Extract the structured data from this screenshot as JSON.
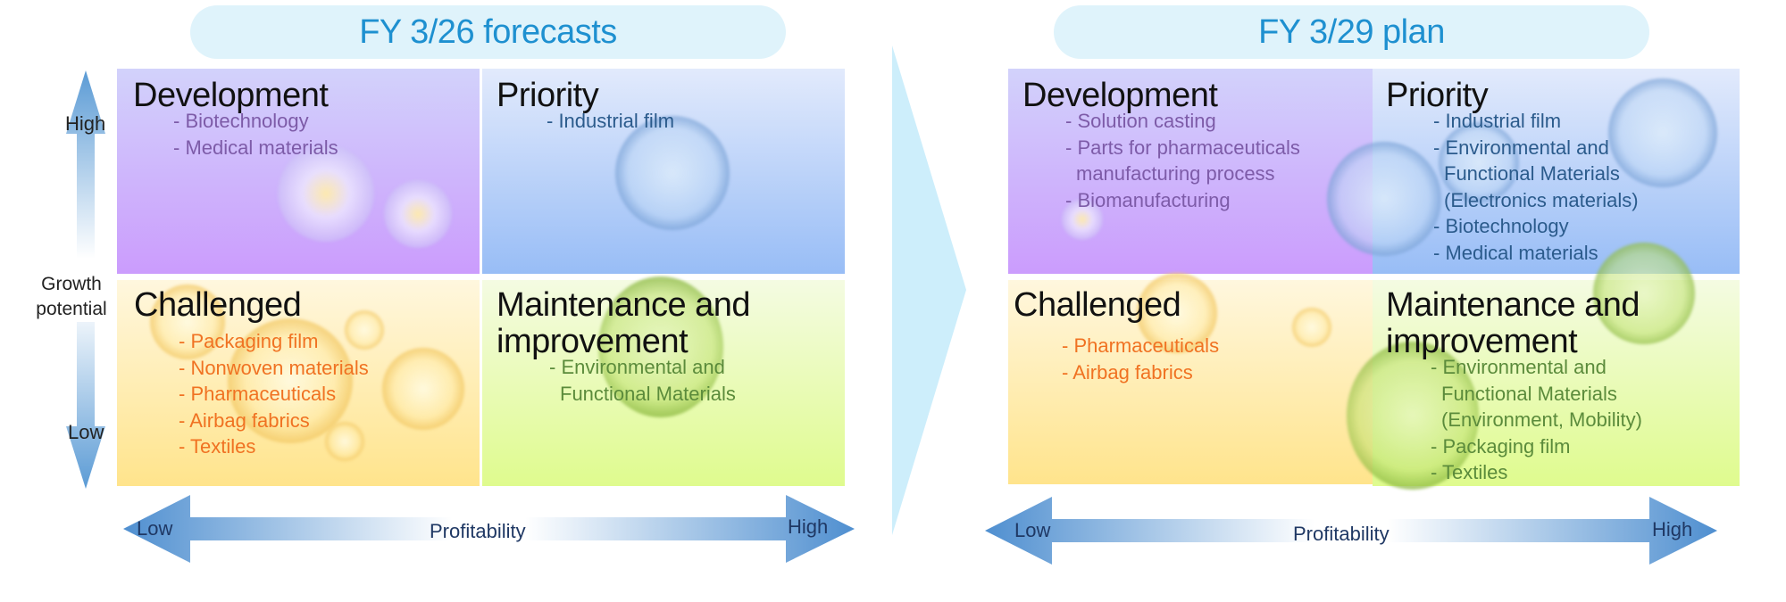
{
  "colors": {
    "title": "#1e90d0",
    "arrow": "#5b9bd5",
    "development_text": "#7d5ba8",
    "priority_text": "#2b5b8c",
    "challenged_text": "#f07222",
    "maintenance_text": "#5b8b3b"
  },
  "axes": {
    "y_label": [
      "Growth",
      "potential"
    ],
    "y_high": "High",
    "y_low": "Low",
    "x_label": "Profitability",
    "x_low": "Low",
    "x_high": "High"
  },
  "panels": [
    {
      "title": "FY 3/26 forecasts",
      "quadrants": {
        "development": {
          "heading": [
            "Development"
          ],
          "items": [
            [
              "- Biotechnology"
            ],
            [
              "- Medical materials"
            ]
          ]
        },
        "priority": {
          "heading": [
            "Priority"
          ],
          "items": [
            [
              "- Industrial film"
            ]
          ]
        },
        "challenged": {
          "heading": [
            "Challenged"
          ],
          "items": [
            [
              "- Packaging film"
            ],
            [
              "- Nonwoven materials"
            ],
            [
              "- Pharmaceuticals"
            ],
            [
              "- Airbag fabrics"
            ],
            [
              "- Textiles"
            ]
          ]
        },
        "maintenance": {
          "heading": [
            "Maintenance and",
            "improvement"
          ],
          "items": [
            [
              "- Environmental and",
              "Functional Materials"
            ]
          ]
        }
      },
      "x_axis": {
        "label": "Profitability",
        "low": "Low",
        "high": "High"
      }
    },
    {
      "title": "FY 3/29 plan",
      "quadrants": {
        "development": {
          "heading": [
            "Development"
          ],
          "items": [
            [
              "- Solution casting"
            ],
            [
              "- Parts for pharmaceuticals",
              "manufacturing process"
            ],
            [
              "- Biomanufacturing"
            ]
          ]
        },
        "priority": {
          "heading": [
            "Priority"
          ],
          "items": [
            [
              "- Industrial film"
            ],
            [
              "- Environmental and",
              "Functional Materials",
              "(Electronics materials)"
            ],
            [
              "- Biotechnology"
            ],
            [
              "- Medical materials"
            ]
          ]
        },
        "challenged": {
          "heading": [
            "Challenged"
          ],
          "items": [
            [
              "- Pharmaceuticals"
            ],
            [
              "- Airbag fabrics"
            ]
          ]
        },
        "maintenance": {
          "heading": [
            "Maintenance and",
            "improvement"
          ],
          "items": [
            [
              "- Environmental and",
              "Functional Materials",
              "(Environment, Mobility)"
            ],
            [
              "- Packaging film"
            ],
            [
              "- Textiles"
            ]
          ]
        }
      },
      "x_axis": {
        "label": "Profitability",
        "low": "Low",
        "high": "High"
      }
    }
  ]
}
